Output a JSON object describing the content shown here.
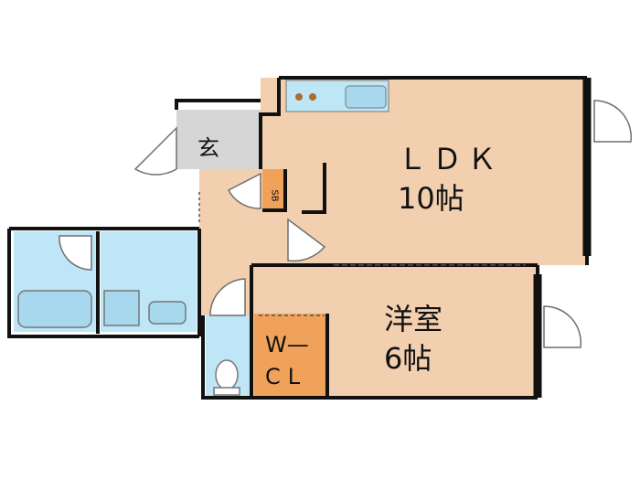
{
  "rooms": {
    "ldk": {
      "name": "ＬＤＫ",
      "size": "10帖"
    },
    "western": {
      "name": "洋室",
      "size": "6帖"
    },
    "entrance": {
      "name": "玄"
    },
    "shoe_box": {
      "name": "SB"
    },
    "walk_in_closet": {
      "line1": "W—",
      "line2": "CL"
    }
  },
  "colors": {
    "room_fill": "#F2CFAE",
    "entrance_fill": "#D6D6D6",
    "closet_fill": "#F0A25B",
    "water_fill": "#BEE6F6",
    "wall": "#111111",
    "door_swing": "#6F6F6F"
  }
}
